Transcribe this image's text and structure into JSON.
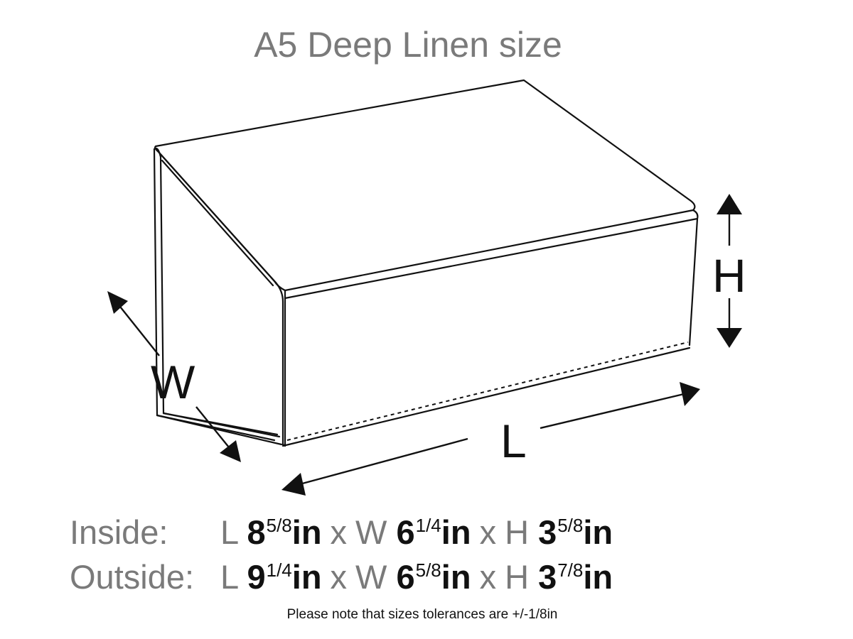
{
  "title": "A5 Deep Linen size",
  "dimension_labels": {
    "height": "H",
    "width": "W",
    "length": "L"
  },
  "specs": [
    {
      "label": "Inside:",
      "L": {
        "letter": "L",
        "whole": "8",
        "fraction": "5/8",
        "unit": "in"
      },
      "W": {
        "letter": "W",
        "whole": "6",
        "fraction": "1/4",
        "unit": "in"
      },
      "H": {
        "letter": "H",
        "whole": "3",
        "fraction": "5/8",
        "unit": "in"
      },
      "separator": "x"
    },
    {
      "label": "Outside:",
      "L": {
        "letter": "L",
        "whole": "9",
        "fraction": "1/4",
        "unit": "in"
      },
      "W": {
        "letter": "W",
        "whole": "6",
        "fraction": "5/8",
        "unit": "in"
      },
      "H": {
        "letter": "H",
        "whole": "3",
        "fraction": "7/8",
        "unit": "in"
      },
      "separator": "x"
    }
  ],
  "note": "Please note that sizes tolerances are +/-1/8in",
  "colors": {
    "title_gray": "#7a7a7a",
    "value_black": "#111111",
    "line": "#111111"
  }
}
